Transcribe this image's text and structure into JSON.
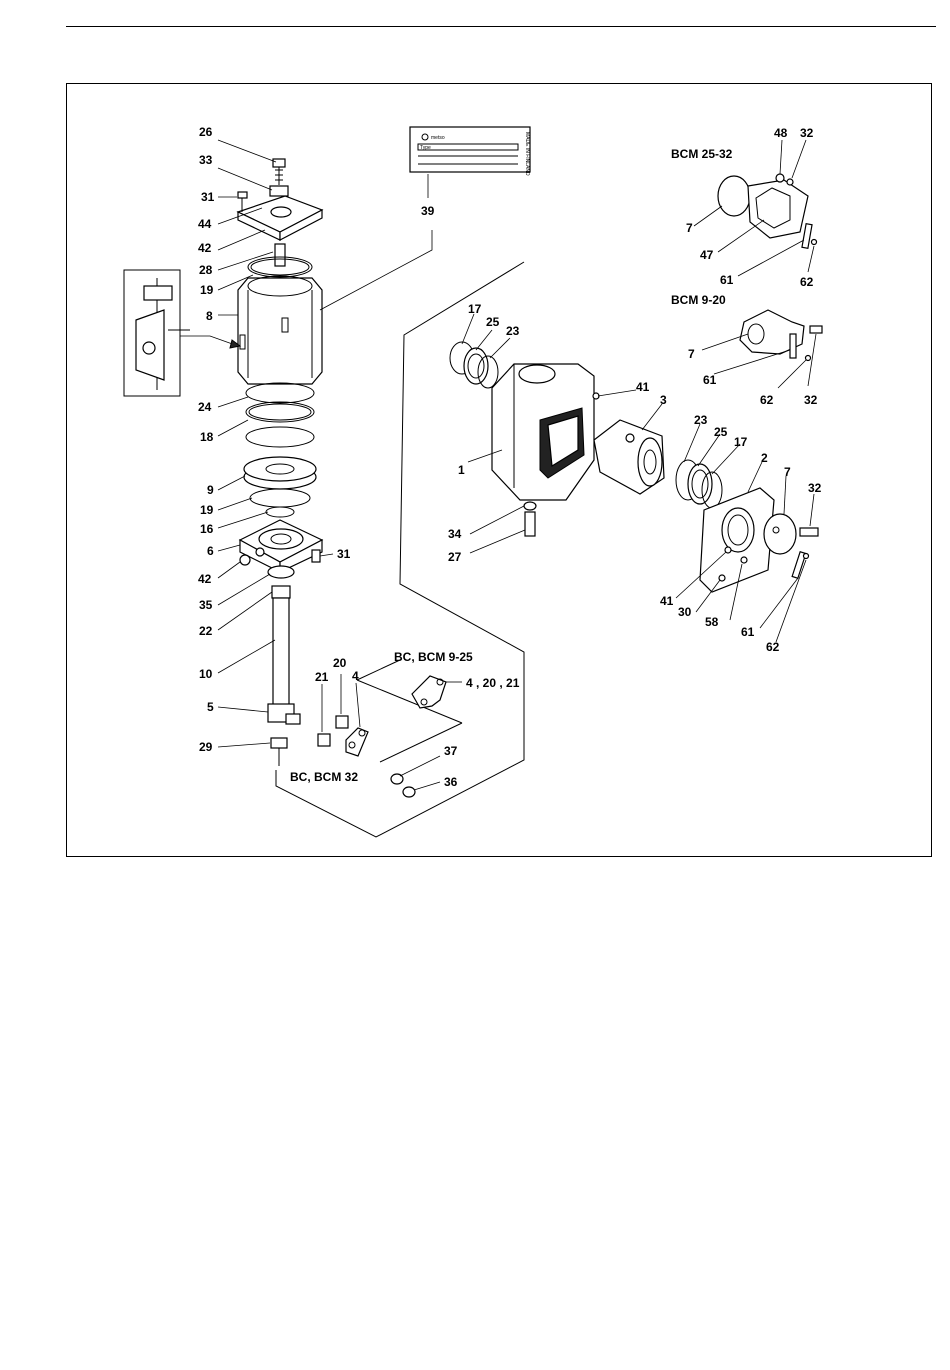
{
  "nameplate": {
    "brand": "metso",
    "type_label": "Type",
    "side_text": "MADE IN FINLAND"
  },
  "variant_headers": {
    "bcm_25_32": "BCM 25-32",
    "bcm_9_20": "BCM 9-20",
    "bc_bcm_9_25": "BC, BCM 9-25",
    "bc_bcm_32": "BC, BCM 32"
  },
  "callouts": {
    "n26": "26",
    "n33": "33",
    "n31a": "31",
    "n44": "44",
    "n42a": "42",
    "n28": "28",
    "n19a": "19",
    "n8": "8",
    "n24": "24",
    "n18": "18",
    "n9": "9",
    "n19b": "19",
    "n16": "16",
    "n6": "6",
    "n31b": "31",
    "n42b": "42",
    "n35": "35",
    "n22": "22",
    "n10": "10",
    "n5": "5",
    "n29": "29",
    "n21": "21",
    "n20": "20",
    "n4": "4",
    "n4_20_21": "4 , 20 , 21",
    "n37": "37",
    "n36": "36",
    "n39": "39",
    "n17a": "17",
    "n25a": "25",
    "n23a": "23",
    "n1": "1",
    "n41a": "41",
    "n3": "3",
    "n34": "34",
    "n27": "27",
    "n23b": "23",
    "n25b": "25",
    "n17b": "17",
    "n2": "2",
    "n7c": "7",
    "n32c": "32",
    "n41b": "41",
    "n30": "30",
    "n58": "58",
    "n61c": "61",
    "n62c": "62",
    "n48": "48",
    "n32a": "32",
    "n7a": "7",
    "n47": "47",
    "n61a": "61",
    "n62a": "62",
    "n7b": "7",
    "n61b": "61",
    "n62b": "62",
    "n32b": "32"
  }
}
